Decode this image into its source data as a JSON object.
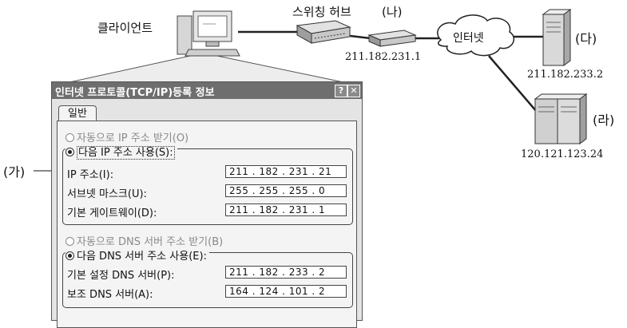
{
  "network": {
    "client_label": "클라이언트",
    "switch_label": "스위칭 허브",
    "marker_na": "(나)",
    "router_ip": "211.182.231.1",
    "internet_label": "인터넷",
    "marker_da": "(다)",
    "server_da_ip": "211.182.233.2",
    "marker_ra": "(라)",
    "server_ra_ip": "120.121.123.24",
    "marker_ga": "(가)"
  },
  "dialog": {
    "title": "인터넷 프로토콜(TCP/IP)등록 정보",
    "help_icon": "question-icon",
    "close_icon": "close-icon",
    "tab_general": "일반",
    "auto_ip": "자동으로 IP 주소 받기(O)",
    "use_ip": "다음 IP 주소 사용(S):",
    "ip_label": "IP 주소(I):",
    "ip_value": "211 . 182 . 231 . 21",
    "subnet_label": "서브넷 마스크(U):",
    "subnet_value": "255 . 255 . 255 . 0",
    "gateway_label": "기본 게이트웨이(D):",
    "gateway_value": "211 . 182 . 231 . 1",
    "auto_dns": "자동으로 DNS 서버 주소 받기(B)",
    "use_dns": "다음 DNS 서버 주소 사용(E):",
    "dns1_label": "기본 설정 DNS 서버(P):",
    "dns1_value": "211 . 182 . 233 . 2",
    "dns2_label": "보조 DNS 서버(A):",
    "dns2_value": "164 . 124 . 101 . 2"
  },
  "colors": {
    "titlebar": "#6e6e6e",
    "dialog_bg": "#e4e4e4",
    "panel_bg": "#f4f4f4"
  }
}
